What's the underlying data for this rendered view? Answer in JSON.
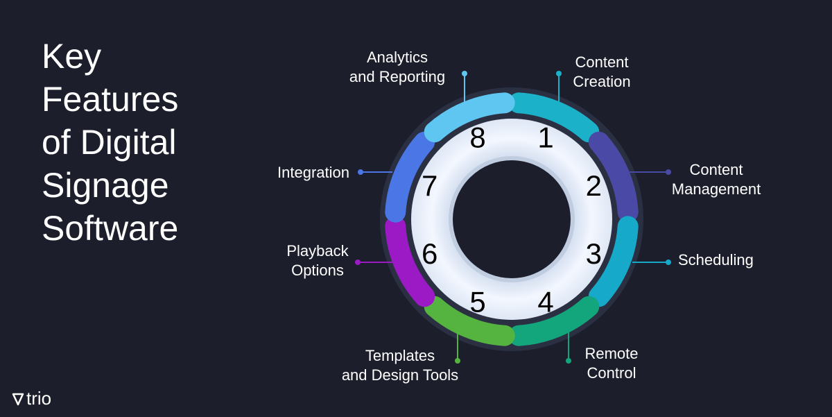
{
  "title": [
    "Key",
    "Features",
    "of Digital",
    "Signage",
    "Software"
  ],
  "logo": {
    "text": "trio",
    "icon": "trio-shield-icon"
  },
  "features": [
    {
      "number": "1",
      "label": [
        "Content",
        "Creation"
      ],
      "color": "#1bb2c9"
    },
    {
      "number": "2",
      "label": [
        "Content",
        "Management"
      ],
      "color": "#4a4aa6"
    },
    {
      "number": "3",
      "label": [
        "Scheduling"
      ],
      "color": "#17a9c9"
    },
    {
      "number": "4",
      "label": [
        "Remote",
        "Control"
      ],
      "color": "#13a57b"
    },
    {
      "number": "5",
      "label": [
        "Templates",
        "and Design Tools"
      ],
      "color": "#55b440"
    },
    {
      "number": "6",
      "label": [
        "Playback",
        "Options"
      ],
      "color": "#9c1ac6"
    },
    {
      "number": "7",
      "label": [
        "Integration"
      ],
      "color": "#4b77e6"
    },
    {
      "number": "8",
      "label": [
        "Analytics",
        "and Reporting"
      ],
      "color": "#5ec6f1"
    }
  ]
}
